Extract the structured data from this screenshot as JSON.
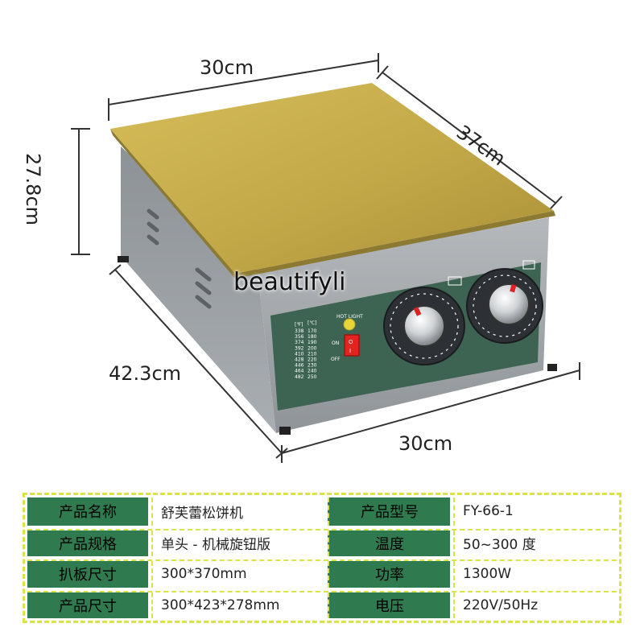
{
  "dimensions": {
    "top_width": "30cm",
    "depth": "37cm",
    "height": "27.8cm",
    "length": "42.3cm",
    "bottom_width": "30cm"
  },
  "watermark": "beautifyli",
  "panel": {
    "hot_light_label": "HOT LIGHT",
    "on_label": "ON",
    "off_label": "OFF",
    "switch_on_mark": "O",
    "switch_off_mark": "I",
    "temp_header_f": "[℉]",
    "temp_header_c": "[℃]",
    "temp_f": [
      "338",
      "356",
      "374",
      "392",
      "410",
      "428",
      "446",
      "464",
      "482"
    ],
    "temp_c": [
      "170",
      "180",
      "190",
      "200",
      "210",
      "220",
      "230",
      "240",
      "250"
    ]
  },
  "colors": {
    "plate": "#c2a847",
    "body": "#9ba0a4",
    "panel": "#3d6352",
    "table_head": "#2f7a4e",
    "table_border": "#d9e44a"
  },
  "specs": [
    {
      "label1": "产品名称",
      "value1": "舒芙蕾松饼机",
      "label2": "产品型号",
      "value2": "FY-66-1"
    },
    {
      "label1": "产品规格",
      "value1": "单头 - 机械旋钮版",
      "label2": "温度",
      "value2": "50~300 度"
    },
    {
      "label1": "扒板尺寸",
      "value1": "300*370mm",
      "label2": "功率",
      "value2": "1300W"
    },
    {
      "label1": "产品尺寸",
      "value1": "300*423*278mm",
      "label2": "电压",
      "value2": "220V/50Hz"
    }
  ]
}
